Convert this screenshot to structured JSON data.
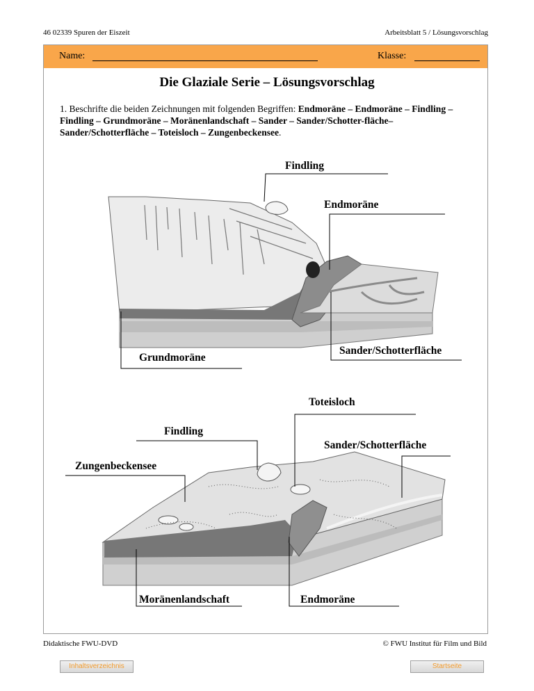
{
  "header": {
    "left": "46 02339 Spuren der Eiszeit",
    "right": "Arbeitsblatt 5 / Lösungsvorschlag"
  },
  "namebar": {
    "name_label": "Name:",
    "class_label": "Klasse:",
    "color": "#f9a64a"
  },
  "title": "Die Glaziale Serie – Lösungsvorschlag",
  "task": {
    "prefix": "1. Beschrifte die beiden Zeichnungen mit folgenden Begriffen: ",
    "terms": "Endmoräne – Endmoräne – Findling – Findling – Grundmoräne – Moränenlandschaft – Sander – Sander/Schotter-fläche– Sander/Schotterfläche – Toteisloch – Zungenbeckensee",
    "suffix": "."
  },
  "diagram1": {
    "labels": {
      "findling": "Findling",
      "endmoraene": "Endmoräne",
      "sander": "Sander/Schotterfläche",
      "grundmoraene": "Grundmoräne"
    }
  },
  "diagram2": {
    "labels": {
      "toteisloch": "Toteisloch",
      "findling": "Findling",
      "sander": "Sander/Schotterfläche",
      "zungenbeckensee": "Zungenbeckensee",
      "moraenenlandschaft": "Moränenlandschaft",
      "endmoraene": "Endmoräne"
    }
  },
  "footer": {
    "left": "Didaktische FWU-DVD",
    "right": "© FWU Institut für Film und Bild"
  },
  "nav": {
    "toc": "Inhaltsverzeichnis",
    "home": "Startseite",
    "link_color": "#f39b2b"
  }
}
